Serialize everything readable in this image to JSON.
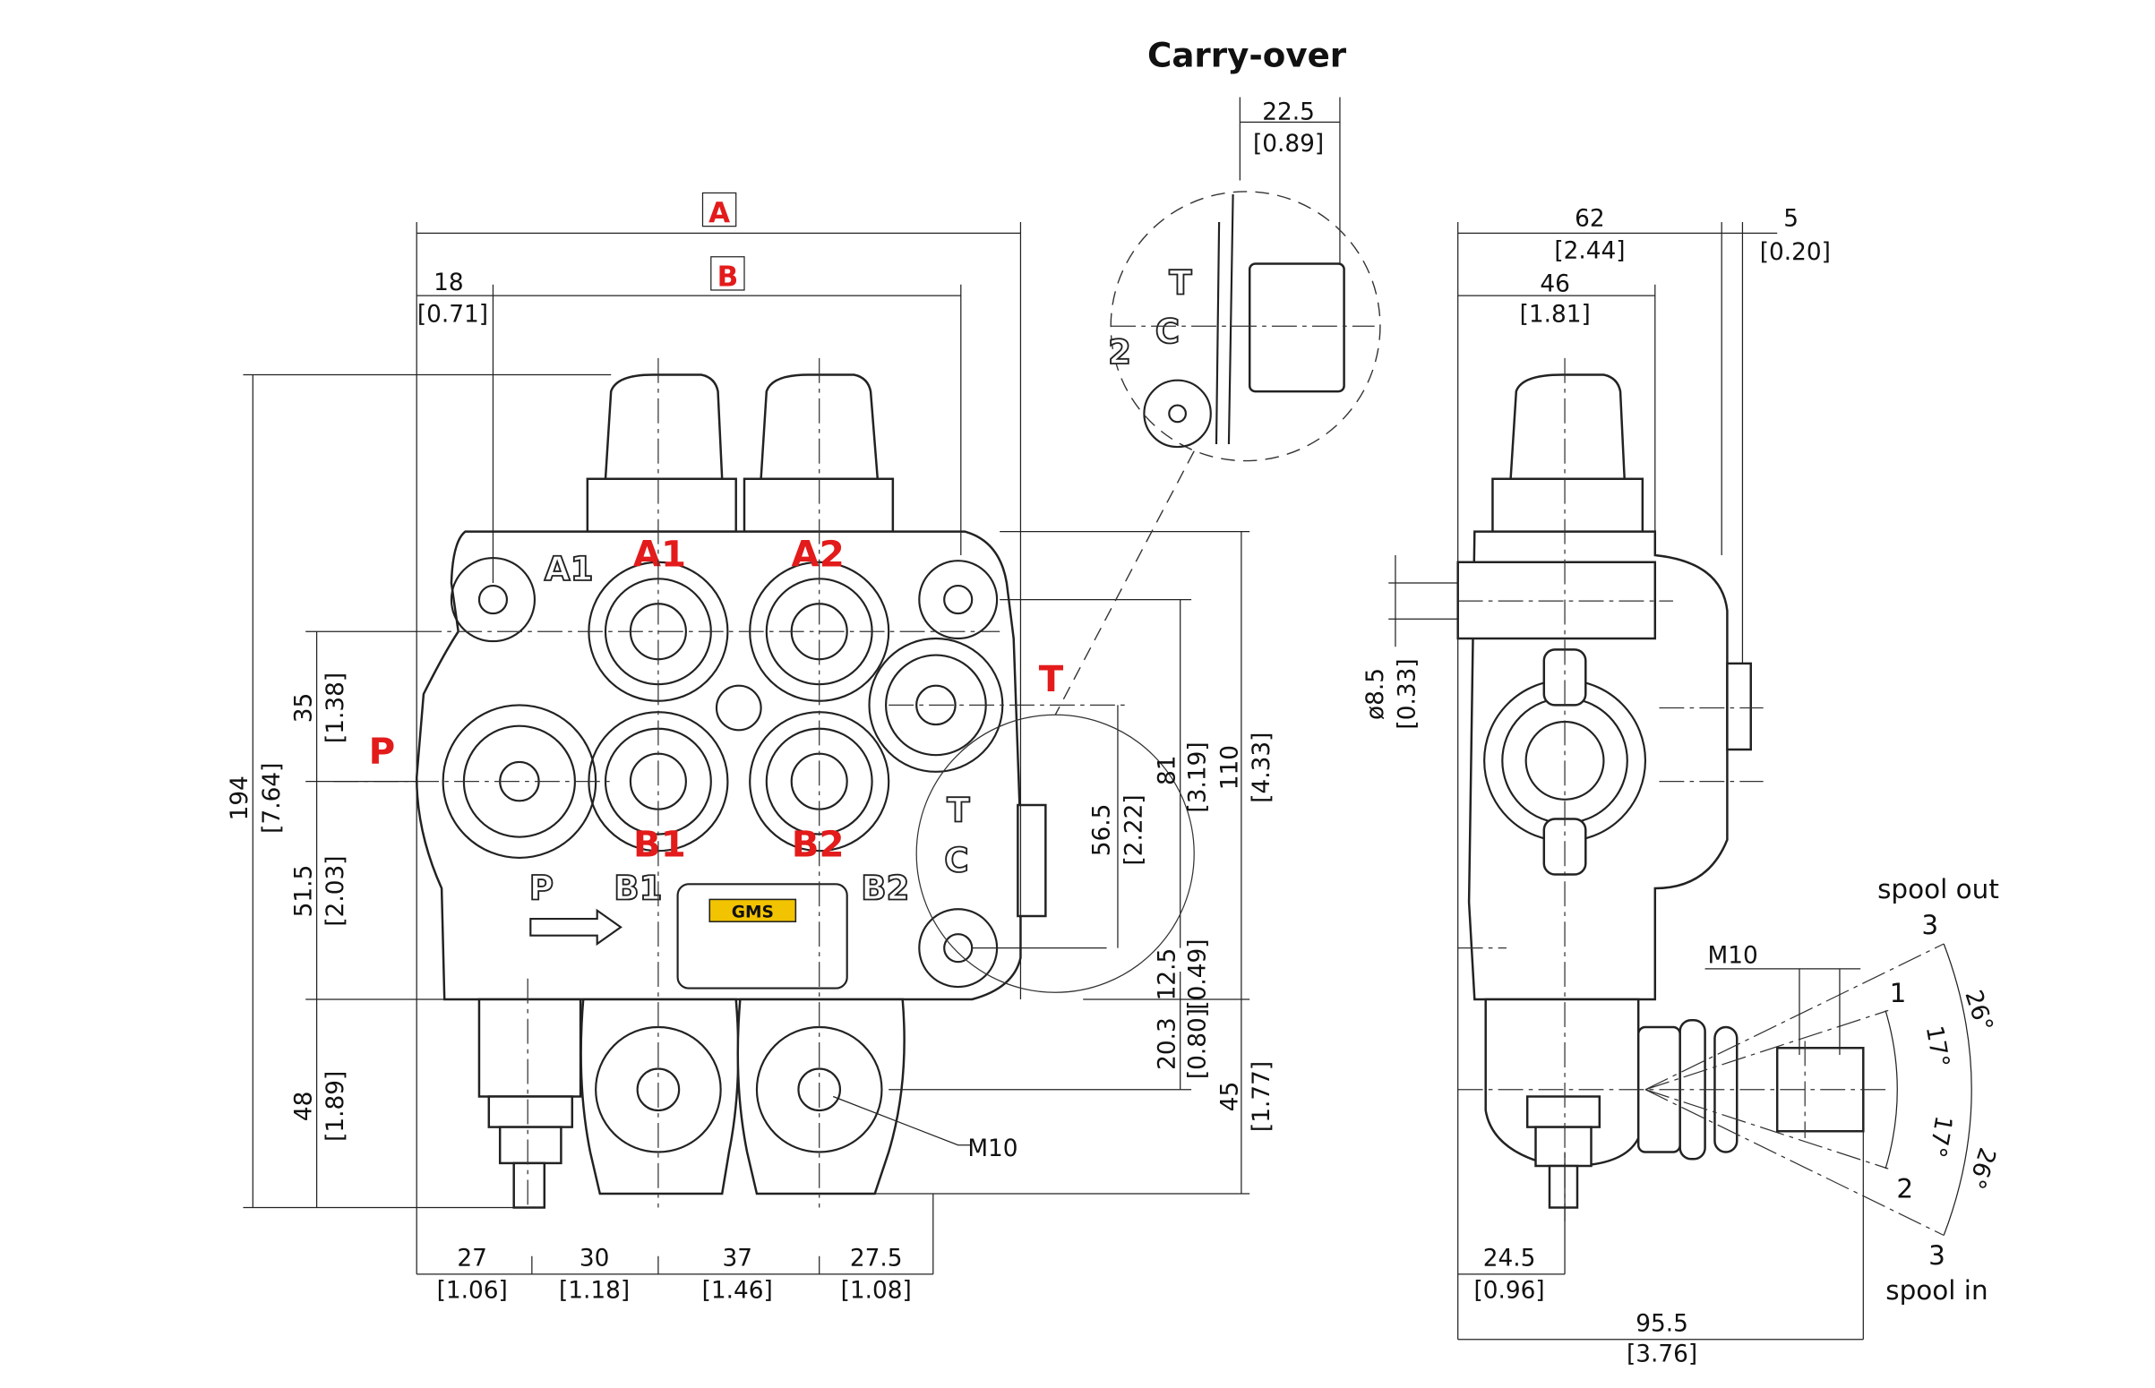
{
  "title": "Carry-over",
  "ports": {
    "A": "A",
    "B": "B",
    "A1": "A1",
    "A2": "A2",
    "B1": "B1",
    "B2": "B2",
    "P": "P",
    "T": "T"
  },
  "embossed": {
    "A1": "A1",
    "P": "P",
    "B1": "B1",
    "B2": "B2",
    "T": "T",
    "C": "C",
    "two": "2",
    "logo": "GMS"
  },
  "colors": {
    "port_labels": "#e31b1b",
    "logo_bg": "#f2c300"
  },
  "front_view": {
    "dims": {
      "d22_5": {
        "mm": "22.5",
        "in": "[0.89]"
      },
      "d18": {
        "mm": "18",
        "in": "[0.71]"
      },
      "d194": {
        "mm": "194",
        "in": "[7.64]"
      },
      "d35": {
        "mm": "35",
        "in": "[1.38]"
      },
      "d51_5": {
        "mm": "51.5",
        "in": "[2.03]"
      },
      "d48": {
        "mm": "48",
        "in": "[1.89]"
      },
      "d27": {
        "mm": "27",
        "in": "[1.06]"
      },
      "d30": {
        "mm": "30",
        "in": "[1.18]"
      },
      "d37": {
        "mm": "37",
        "in": "[1.46]"
      },
      "d27_5": {
        "mm": "27.5",
        "in": "[1.08]"
      },
      "d56_5": {
        "mm": "56.5",
        "in": "[2.22]"
      },
      "d81": {
        "mm": "81",
        "in": "[3.19]"
      },
      "d110": {
        "mm": "110",
        "in": "[4.33]"
      },
      "d12_5": {
        "mm": "12.5",
        "in": "[0.49]"
      },
      "d20_3": {
        "mm": "20.3",
        "in": "[0.80]"
      },
      "d45": {
        "mm": "45",
        "in": "[1.77]"
      }
    },
    "thread": "M10"
  },
  "side_view": {
    "dims": {
      "d62": {
        "mm": "62",
        "in": "[2.44]"
      },
      "d5": {
        "mm": "5",
        "in": "[0.20]"
      },
      "d46": {
        "mm": "46",
        "in": "[1.81]"
      },
      "d8_5": {
        "mm": "ø8.5",
        "in": "[0.33]"
      },
      "d24_5": {
        "mm": "24.5",
        "in": "[0.96]"
      },
      "d95_5": {
        "mm": "95.5",
        "in": "[3.76]"
      }
    },
    "thread": "M10",
    "angles": {
      "spool_out": "spool out",
      "spool_in": "spool in",
      "pos_out": "3",
      "pos_1": "1",
      "pos_2": "2",
      "pos_in": "3",
      "a17_up": "17°",
      "a17_down": "17°",
      "a26_up": "26°",
      "a26_down": "26°"
    }
  }
}
